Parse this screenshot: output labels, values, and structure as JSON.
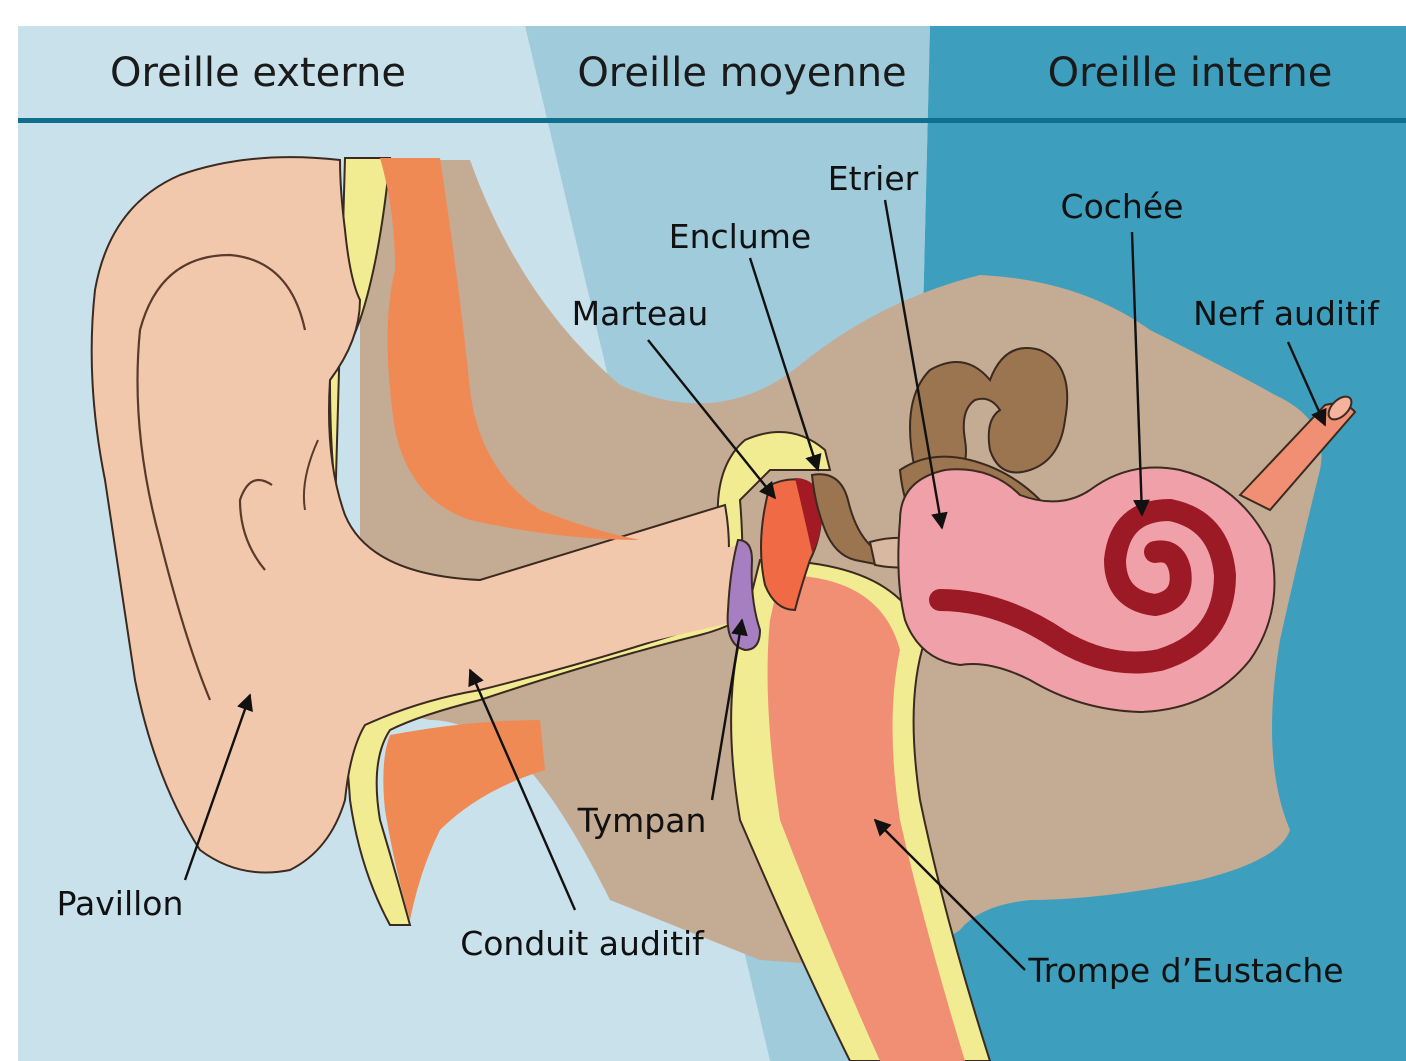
{
  "sections": [
    {
      "title": "Oreille externe"
    },
    {
      "title": "Oreille moyenne"
    },
    {
      "title": "Oreille interne"
    }
  ],
  "labels": {
    "pavillon": "Pavillon",
    "conduit_auditif": "Conduit auditif",
    "tympan": "Tympan",
    "marteau": "Marteau",
    "enclume": "Enclume",
    "etrier": "Etrier",
    "cochlee": "Cochée",
    "nerf_auditif": "Nerf auditif",
    "trompe_eustache": "Trompe d’Eustache"
  },
  "colors": {
    "outer_bg": "#c8e1ea",
    "middle_bg": "#9fcbdb",
    "inner_bg": "#3d9fbd",
    "header_rule": "#0f6f8c",
    "skin": "#f2c8ad",
    "bone": "#c4ab93",
    "cartilage": "#f1ec92",
    "canal_orange": "#f08a55",
    "ossicle": "#f06a45",
    "ossicle_dark": "#a31a24",
    "tympan_purple": "#a57fc2",
    "labyrinth_brown": "#9a7550",
    "cochlea_pink": "#f0a0a8",
    "cochlea_dark": "#9c1a25",
    "eustache": "#f08f74"
  }
}
